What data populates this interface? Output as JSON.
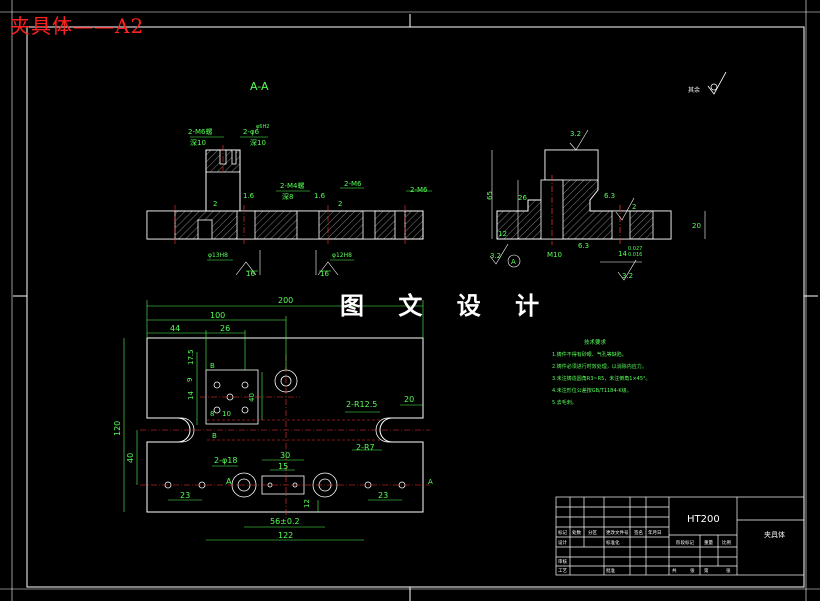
{
  "drawing_title": "夹具体——A2",
  "watermark": "图 文 设 计",
  "section_label": "A-A",
  "roughness_note": "其余",
  "top_view": {
    "notes": [
      "2-M6螺",
      "深10",
      "2-φ6",
      "φ6H2",
      "深10",
      "2",
      "1.6",
      "2-M4螺",
      "深8",
      "1.6",
      "2-M6",
      "2",
      "2-M6",
      "φ13H8",
      "φ12H8",
      "16",
      "16"
    ]
  },
  "side_view": {
    "notes": [
      "3.2",
      "65",
      "26",
      "6.3",
      "12",
      "3.2",
      "M10",
      "6.3",
      "14",
      "0.027",
      "0.016",
      "20",
      "3.2",
      "2"
    ],
    "datum": "A"
  },
  "plan_view": {
    "dims": [
      "200",
      "100",
      "44",
      "26",
      "17.5",
      "9",
      "14",
      "B",
      "8",
      "10",
      "40",
      "2-R12.5",
      "20",
      "120",
      "40",
      "2-R7",
      "B",
      "30",
      "15",
      "2-φ18",
      "A",
      "23",
      "23",
      "12",
      "56±0.2",
      "122",
      "A"
    ]
  },
  "tech_requirements": {
    "title": "技术要求",
    "lines": [
      "1.铸件不得有砂眼、气孔等缺陷。",
      "2.铸件必须进行时效处理，以消除内应力。",
      "3.未注铸造圆角R3~R5，未注倒角1×45°。",
      "4.未注形位公差按GB/T1184-K级。",
      "5.去毛刺。"
    ]
  },
  "title_block": {
    "material": "HT200",
    "part_name": "夹具体",
    "cells": [
      "标记",
      "处数",
      "分区",
      "更改文件号",
      "签名",
      "年月日",
      "设计",
      "标准化",
      "阶段标记",
      "重量",
      "比例",
      "审核",
      "工艺",
      "批准",
      "共",
      "张",
      "第",
      "张"
    ]
  }
}
